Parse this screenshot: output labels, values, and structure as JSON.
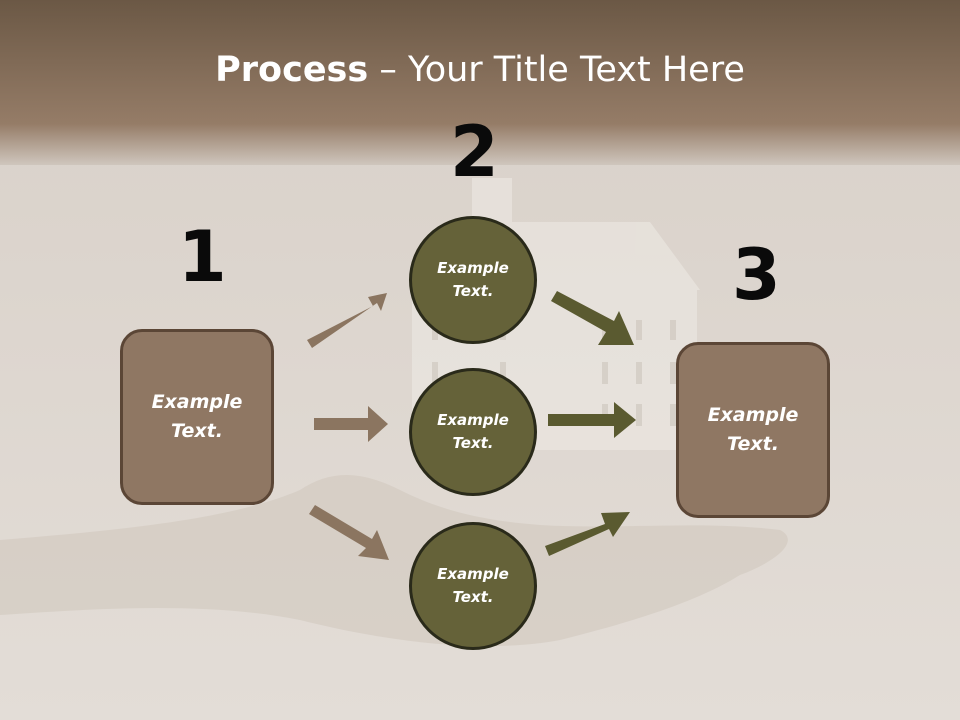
{
  "title": {
    "bold": "Process",
    "rest": " – Your Title Text Here"
  },
  "steps": [
    {
      "number": "1",
      "text": "Example Text."
    },
    {
      "number": "2",
      "items": [
        "Example Text.",
        "Example Text.",
        "Example Text."
      ]
    },
    {
      "number": "3",
      "text": "Example Text."
    }
  ],
  "colors": {
    "box_fill": "#8f7763",
    "circle_fill": "#656239",
    "arrow_brown": "#8b7560",
    "arrow_olive": "#5a5a30",
    "header_band": "#6e5b48"
  }
}
